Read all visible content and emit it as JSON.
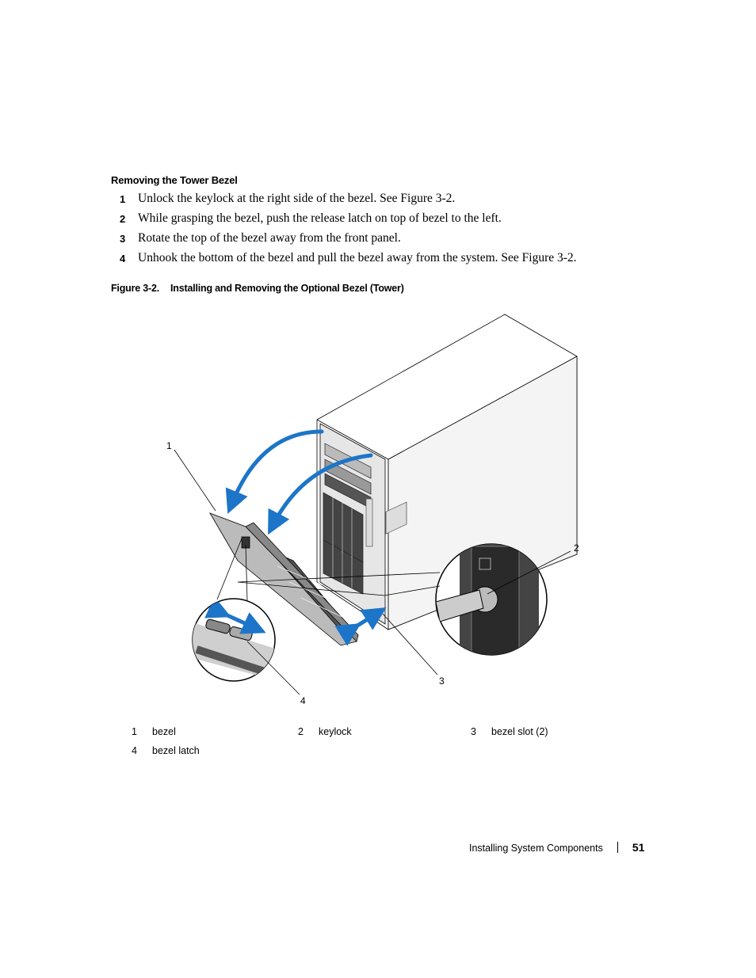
{
  "section": {
    "heading": "Removing the Tower Bezel"
  },
  "steps": [
    {
      "num": "1",
      "text": "Unlock the keylock at the right side of the bezel. See Figure 3-2."
    },
    {
      "num": "2",
      "text": "While grasping the bezel, push the release latch on top of bezel to the left."
    },
    {
      "num": "3",
      "text": "Rotate the top of the bezel away from the front panel."
    },
    {
      "num": "4",
      "text": "Unhook the bottom of the bezel and pull the bezel away from the system. See Figure 3-2."
    }
  ],
  "figure": {
    "number": "Figure 3-2.",
    "title": "Installing and Removing the Optional Bezel (Tower)",
    "callouts": [
      "1",
      "2",
      "3",
      "4"
    ]
  },
  "legend": [
    {
      "num": "1",
      "label": "bezel"
    },
    {
      "num": "2",
      "label": "keylock"
    },
    {
      "num": "3",
      "label": "bezel slot (2)"
    },
    {
      "num": "4",
      "label": "bezel latch"
    }
  ],
  "footer": {
    "section": "Installing System Components",
    "page": "51"
  },
  "colors": {
    "arrow": "#1c75c8",
    "line": "#000000"
  }
}
